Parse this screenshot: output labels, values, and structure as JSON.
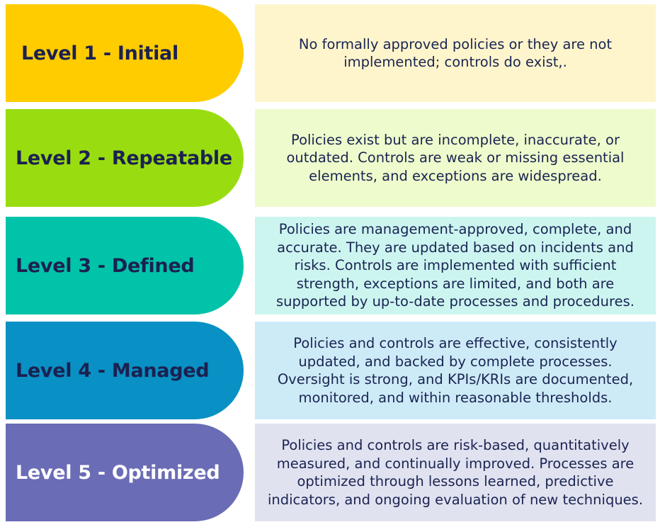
{
  "levels": [
    {
      "label": "Level 1 - Initial",
      "description": "No formally approved policies or they are not implemented; controls do exist,.",
      "pill_color": "#FFCC00",
      "label_color": "#1b2150",
      "box_color": "#FFF5CC"
    },
    {
      "label": "Level 2 - Repeatable",
      "description": "Policies exist but are incomplete, inaccurate, or outdated. Controls are weak or missing essential elements, and exceptions are widespread.",
      "pill_color": "#99DD11",
      "label_color": "#1b2150",
      "box_color": "#EEFBCC"
    },
    {
      "label": "Level 3 - Defined",
      "description": "Policies are management-approved, complete, and accurate. They are updated based on incidents and risks. Controls are implemented with sufficient strength, exceptions are limited, and both are supported by up-to-date processes and procedures.",
      "pill_color": "#00C3A9",
      "label_color": "#1b2150",
      "box_color": "#CCF5F0"
    },
    {
      "label": "Level 4 - Managed",
      "description": "Policies and controls are effective, consistently updated, and backed by complete processes. Oversight is strong, and KPIs/KRIs are documented, monitored, and within reasonable thresholds.",
      "pill_color": "#0990C4",
      "label_color": "#1b2150",
      "box_color": "#CDEBF7"
    },
    {
      "label": "Level 5 - Optimized",
      "description": "Policies and controls are risk-based, quantitatively measured, and continually improved. Processes are optimized through lessons learned, predictive indicators, and ongoing evaluation of new techniques.",
      "pill_color": "#6A6CB5",
      "label_color": "#ffffff",
      "box_color": "#E1E2F0"
    }
  ]
}
